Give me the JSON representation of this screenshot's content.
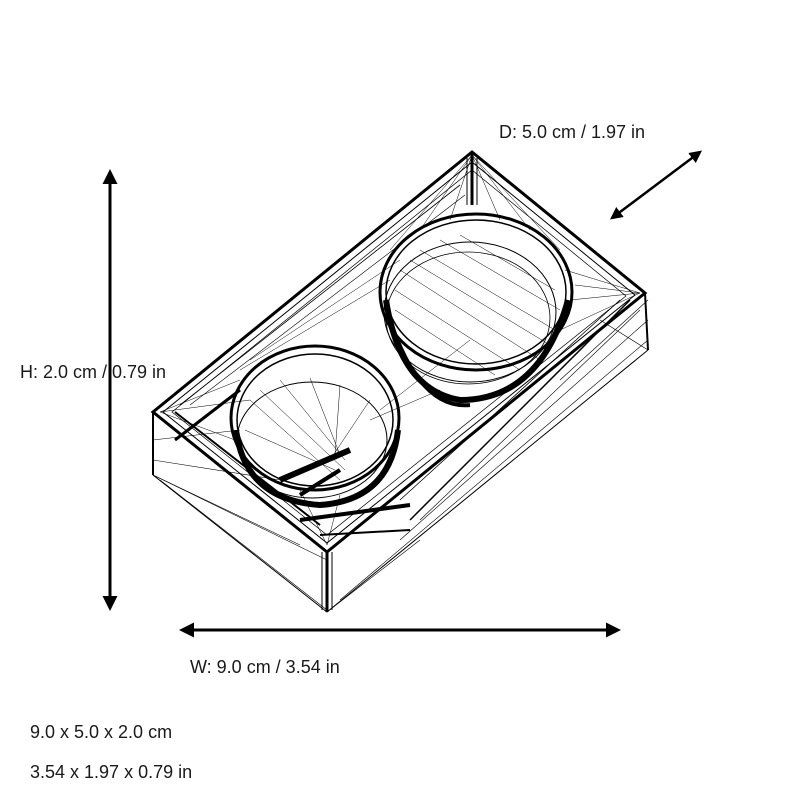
{
  "dimensions": {
    "depth_label": "D: 5.0 cm / 1.97 in",
    "height_label": "H: 2.0 cm / 0.79 in",
    "width_label": "W: 9.0 cm / 3.54 in"
  },
  "summary": {
    "metric": "9.0 x 5.0 x 2.0 cm",
    "imperial": "3.54 x 1.97 x 0.79 in"
  },
  "model": {
    "description": "wireframe rectangular block with two circular cup recesses",
    "line_color": "#000000",
    "background": "#ffffff"
  }
}
